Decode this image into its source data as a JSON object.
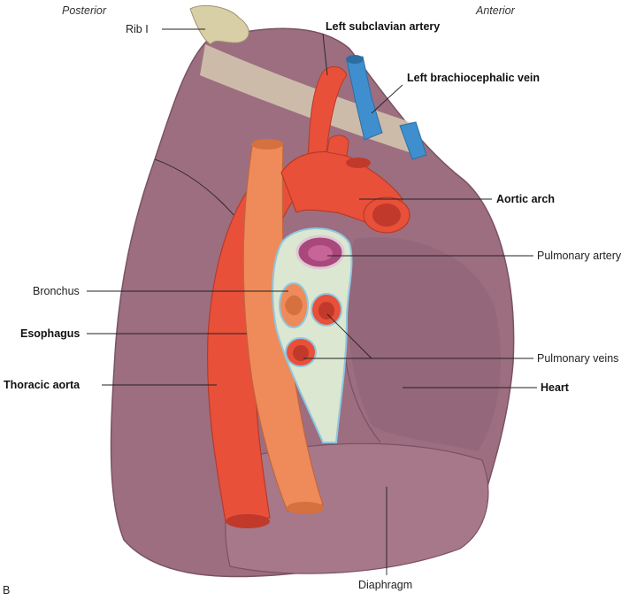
{
  "orientation": {
    "posterior": "Posterior",
    "anterior": "Anterior"
  },
  "panel_letter": "B",
  "labels": {
    "rib_1": "Rib I",
    "left_subclavian_artery": "Left subclavian artery",
    "left_brachiocephalic_vein": "Left brachiocephalic vein",
    "aortic_arch": "Aortic arch",
    "pulmonary_artery": "Pulmonary artery",
    "bronchus": "Bronchus",
    "esophagus": "Esophagus",
    "pulmonary_veins": "Pulmonary veins",
    "thoracic_aorta": "Thoracic aorta",
    "heart": "Heart",
    "diaphragm": "Diaphragm"
  },
  "colors": {
    "lung": "#9c6e80",
    "lung_dark": "#7f5667",
    "artery": "#e8503a",
    "artery_dark": "#c0392b",
    "esophagus": "#ef8a5a",
    "vein": "#3f8fcf",
    "rib": "#ddd6b8",
    "hilum_fill": "#dbe7d0",
    "hilum_border": "#8fc7e0",
    "pulmonary_artery": "#a9487a"
  }
}
